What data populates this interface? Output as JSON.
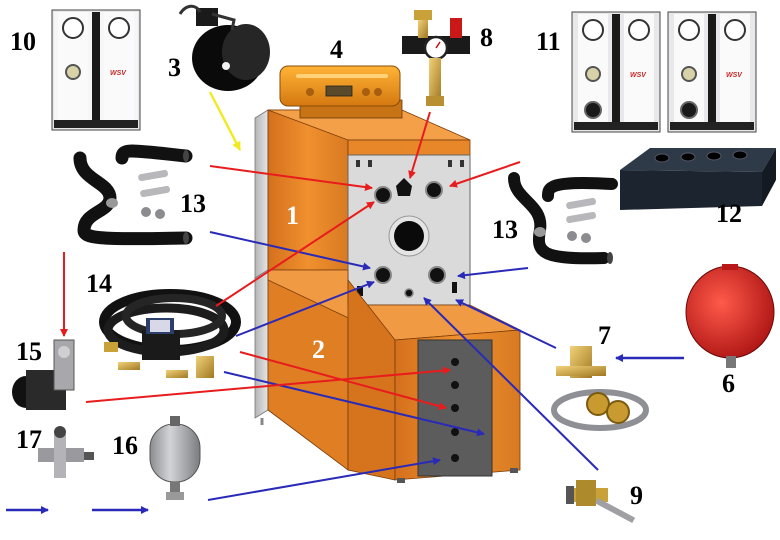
{
  "callouts": {
    "n1": "1",
    "n2": "2",
    "n3": "3",
    "n4": "4",
    "n6": "6",
    "n7": "7",
    "n8": "8",
    "n9": "9",
    "n10": "10",
    "n11": "11",
    "n12": "12",
    "n13a": "13",
    "n13b": "13",
    "n14": "14",
    "n15": "15",
    "n16": "16",
    "n17": "17"
  },
  "brand": {
    "badge_text": "WSV",
    "color": "#c62828"
  },
  "colors": {
    "boiler_orange": "#e8862a",
    "panel_grey": "#d8d8d8",
    "flow_red": "#e81c1c",
    "return_blue": "#2a2ab8",
    "signal_yellow": "#f2ea20",
    "expansion_red": "#d42020"
  }
}
